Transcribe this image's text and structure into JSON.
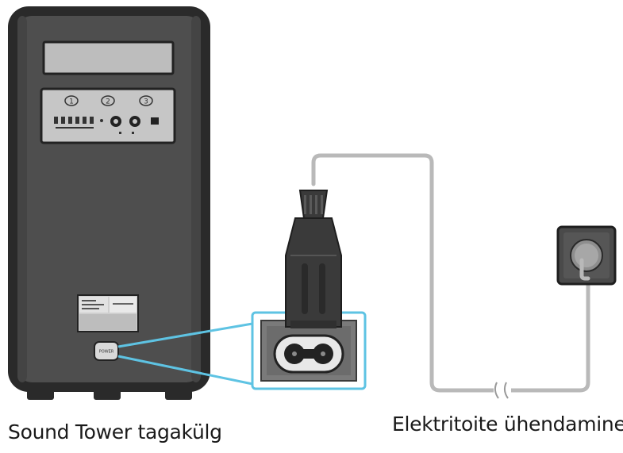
{
  "captions": {
    "speaker_back": "Sound Tower tagakülg",
    "power_connection": "Elektritoite ühendamine"
  },
  "labels": {
    "input_1": "1",
    "input_2": "2",
    "input_3": "3",
    "power_port": "POWER"
  },
  "colors": {
    "speaker_body": "#4e4e4e",
    "speaker_frame": "#2a2a2a",
    "highlight": "#5ec3e3",
    "cable": "#b9b9b9",
    "plug": "#3a3a3a",
    "outlet": "#4a4a4a"
  },
  "icons": {
    "plug": "figure-8-power-plug-icon",
    "outlet": "wall-socket-icon",
    "cable_break": "cable-break-icon"
  }
}
